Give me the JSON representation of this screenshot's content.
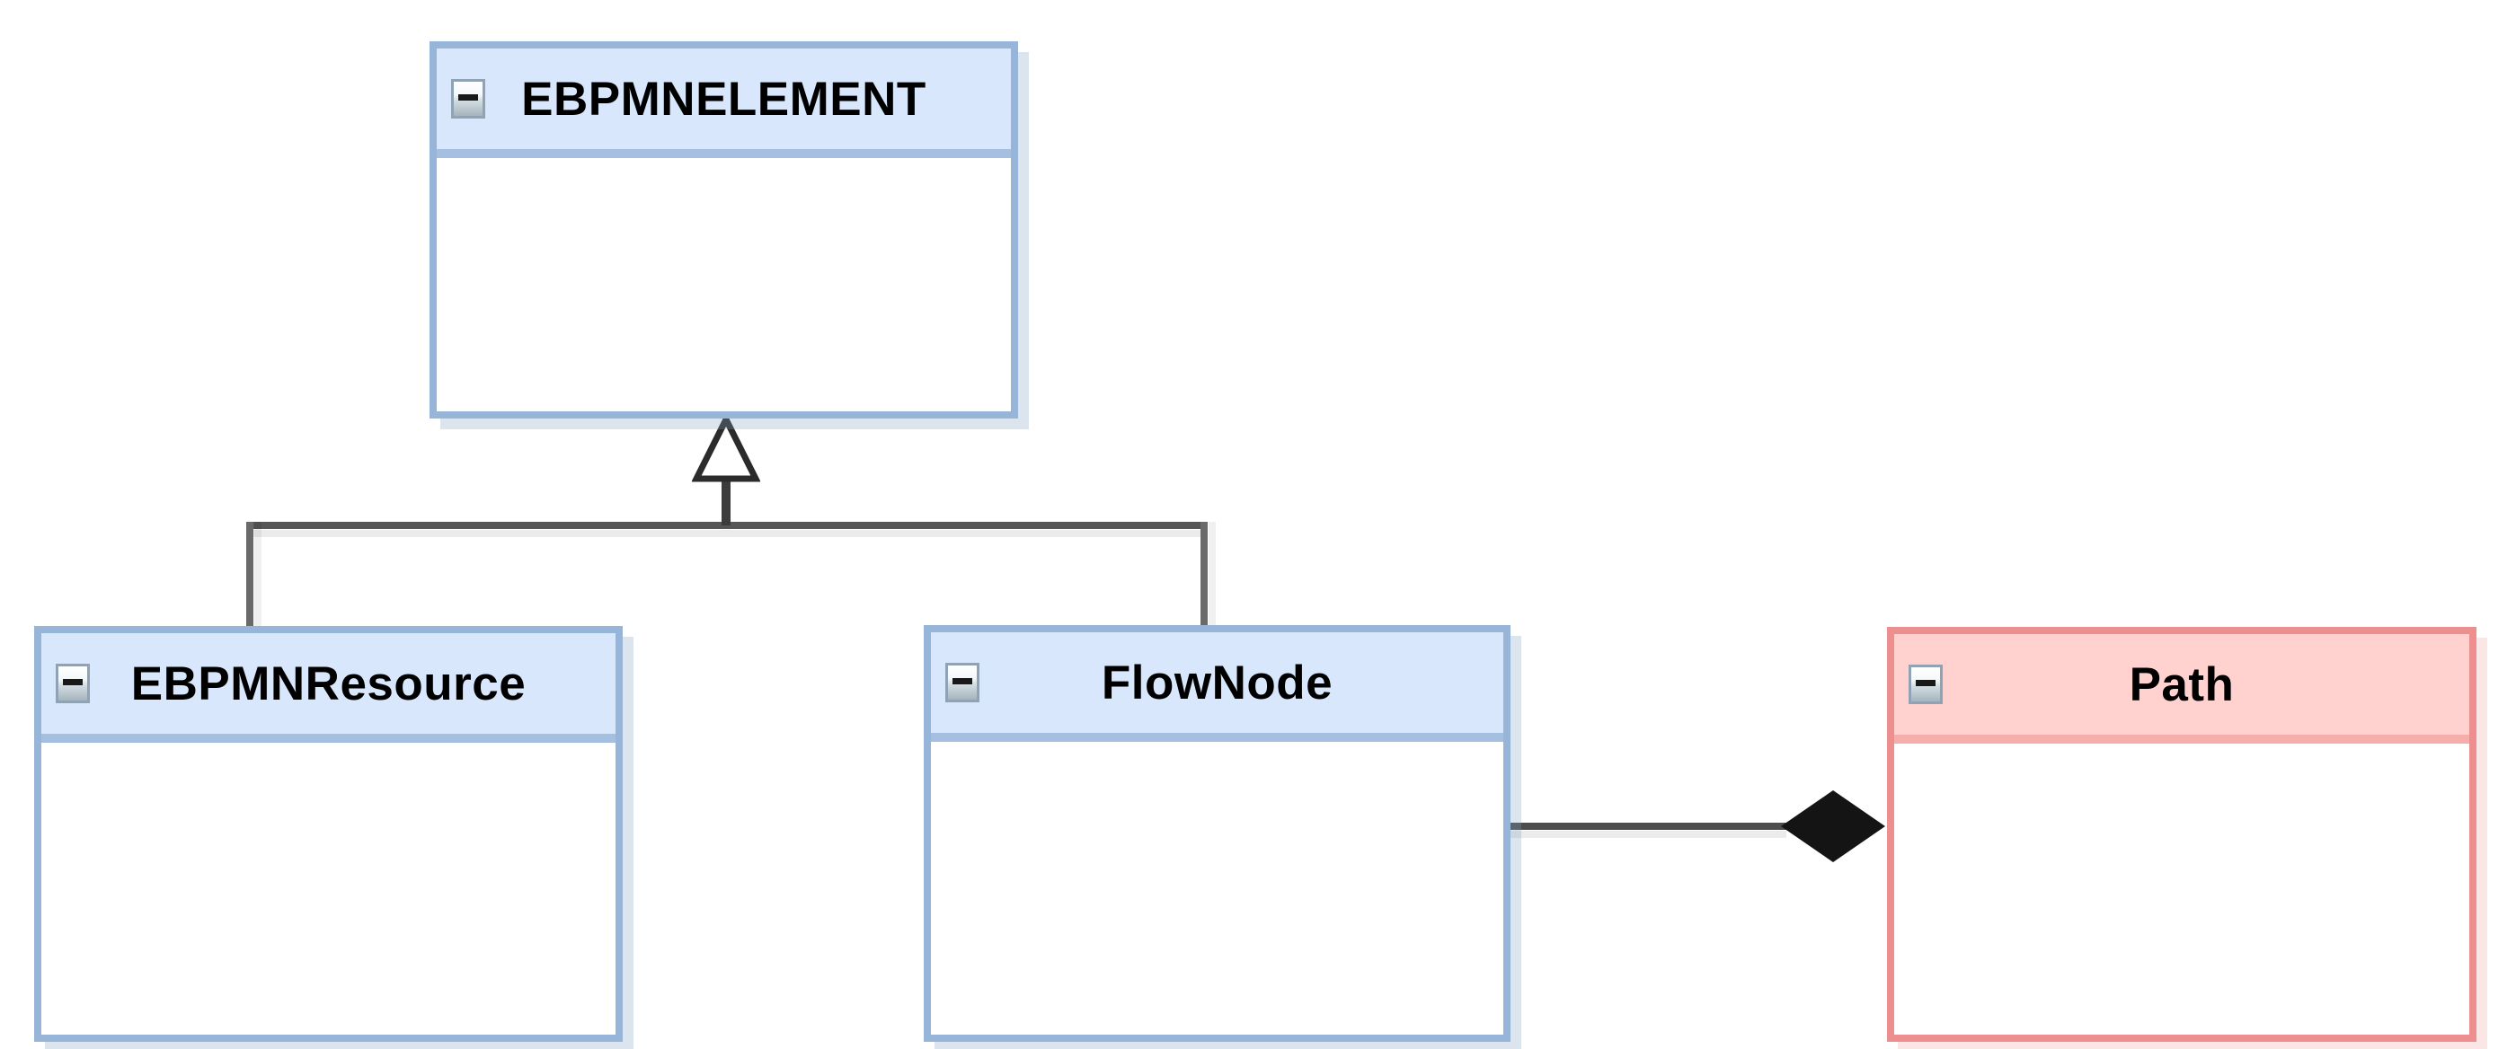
{
  "diagram": {
    "type": "uml-class-diagram",
    "background": "#ffffff",
    "classes": [
      {
        "name": "EBPMNELEMENT",
        "theme": "blue",
        "collapsed": false
      },
      {
        "name": "EBPMNResource",
        "theme": "blue",
        "collapsed": false
      },
      {
        "name": "FlowNode",
        "theme": "blue",
        "collapsed": false
      },
      {
        "name": "Path",
        "theme": "red",
        "collapsed": false
      }
    ],
    "icons": [
      {
        "name": "collapse-minus-icon",
        "shape": "minus-button",
        "glyph": "−"
      }
    ],
    "relationships": [
      {
        "type": "generalization",
        "from": "EBPMNResource",
        "to": "EBPMNELEMENT",
        "marker": "hollow-triangle"
      },
      {
        "type": "generalization",
        "from": "FlowNode",
        "to": "EBPMNELEMENT",
        "marker": "hollow-triangle"
      },
      {
        "type": "composition",
        "from": "FlowNode",
        "to": "Path",
        "marker": "filled-diamond"
      }
    ],
    "colors": {
      "blue_fill": "#d8e7fb",
      "blue_border": "#97b5d8",
      "red_fill": "#ffd2d0",
      "red_border": "#ec8f8e",
      "edge_line": "#565656",
      "marker_fill_diamond": "#141414",
      "marker_triangle_fill": "#ffffff",
      "marker_triangle_stroke": "#2b2b2b",
      "title_text": "#000000"
    }
  }
}
